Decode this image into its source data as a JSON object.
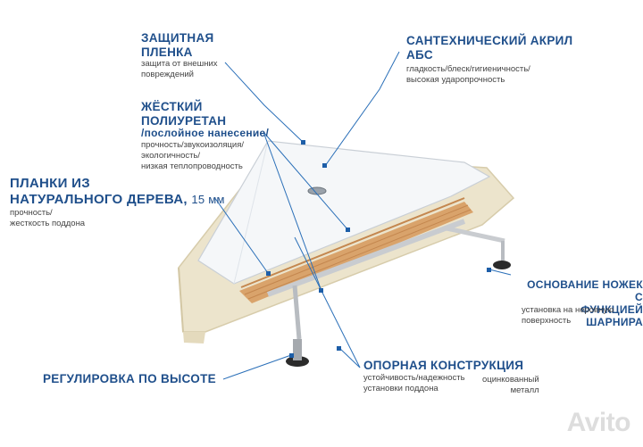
{
  "labels": {
    "film_title": "ЗАЩИТНАЯ\nПЛЕНКА",
    "film_desc": "защита от внешних\nповреждений",
    "acryl_title": "САНТЕХНИЧЕСКИЙ АКРИЛ\nАБС",
    "acryl_desc": "гладкость/блеск/гигиеничность/\nвысокая ударопрочность",
    "pu_title": "ЖЁСТКИЙ\nПОЛИУРЕТАН",
    "pu_sub": "/послойное нанесение/",
    "pu_desc": "прочность/звукоизоляция/\nэкологичность/\nнизкая теплопроводность",
    "wood_title_1": "ПЛАНКИ ИЗ",
    "wood_title_2": "НАТУРАЛЬНОГО ДЕРЕВА,",
    "wood_title_3": "15 мм",
    "wood_desc": "прочность/\nжесткость поддона",
    "legs_title": "ОСНОВАНИЕ НОЖЕК С\nФУНКЦИЕЙ ШАРНИРА",
    "legs_desc": "установка на неровную\nповерхность",
    "height_title": "РЕГУЛИРОВКА ПО ВЫСОТЕ",
    "support_title": "ОПОРНАЯ КОНСТРУКЦИЯ",
    "support_desc": "устойчивость/надежность\nустановки поддона",
    "support_desc2": "оцинкованный\nметалл"
  },
  "watermark": "Avito",
  "colors": {
    "label_blue": "#1f4f8b",
    "leader_blue": "#2a6fb8",
    "marker_blue": "#1d5ea8",
    "acrylic": "#f4f6f8",
    "polyurethane": "#ece4cc",
    "wood": "#d9a36b",
    "metal": "#c9ccd0"
  }
}
